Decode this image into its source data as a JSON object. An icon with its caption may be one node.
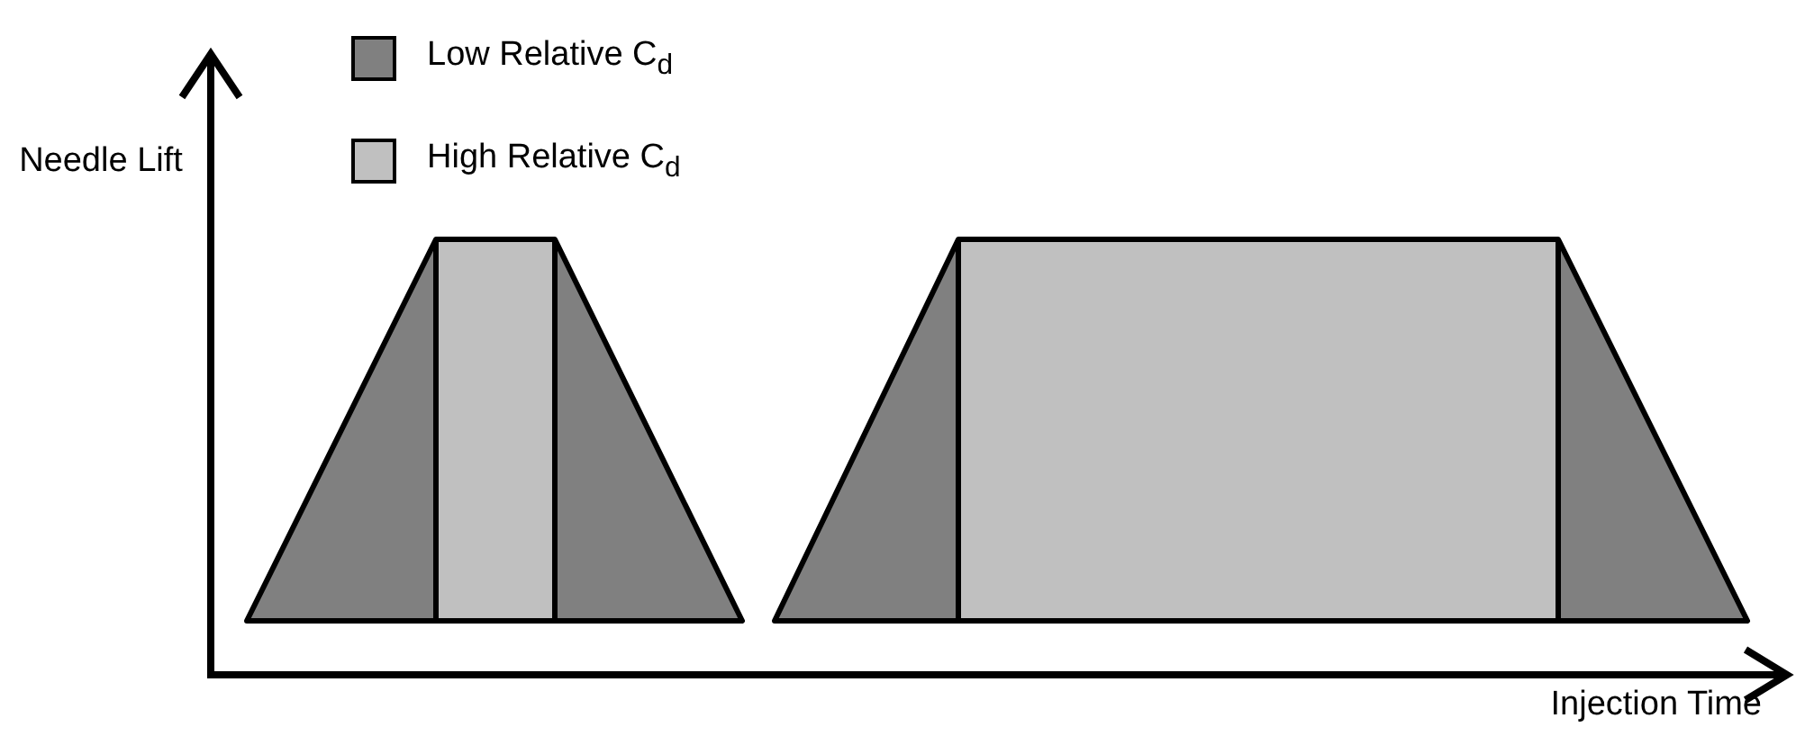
{
  "diagram": {
    "labels": [
      "Needle Lift",
      "Injection Time"
    ],
    "legend": [
      {
        "text": "Low Relative C$_{d}$",
        "color": "#808080"
      },
      {
        "text": "High Relative C$_{d}$",
        "color": "#c0c0c0"
      }
    ]
  }
}
